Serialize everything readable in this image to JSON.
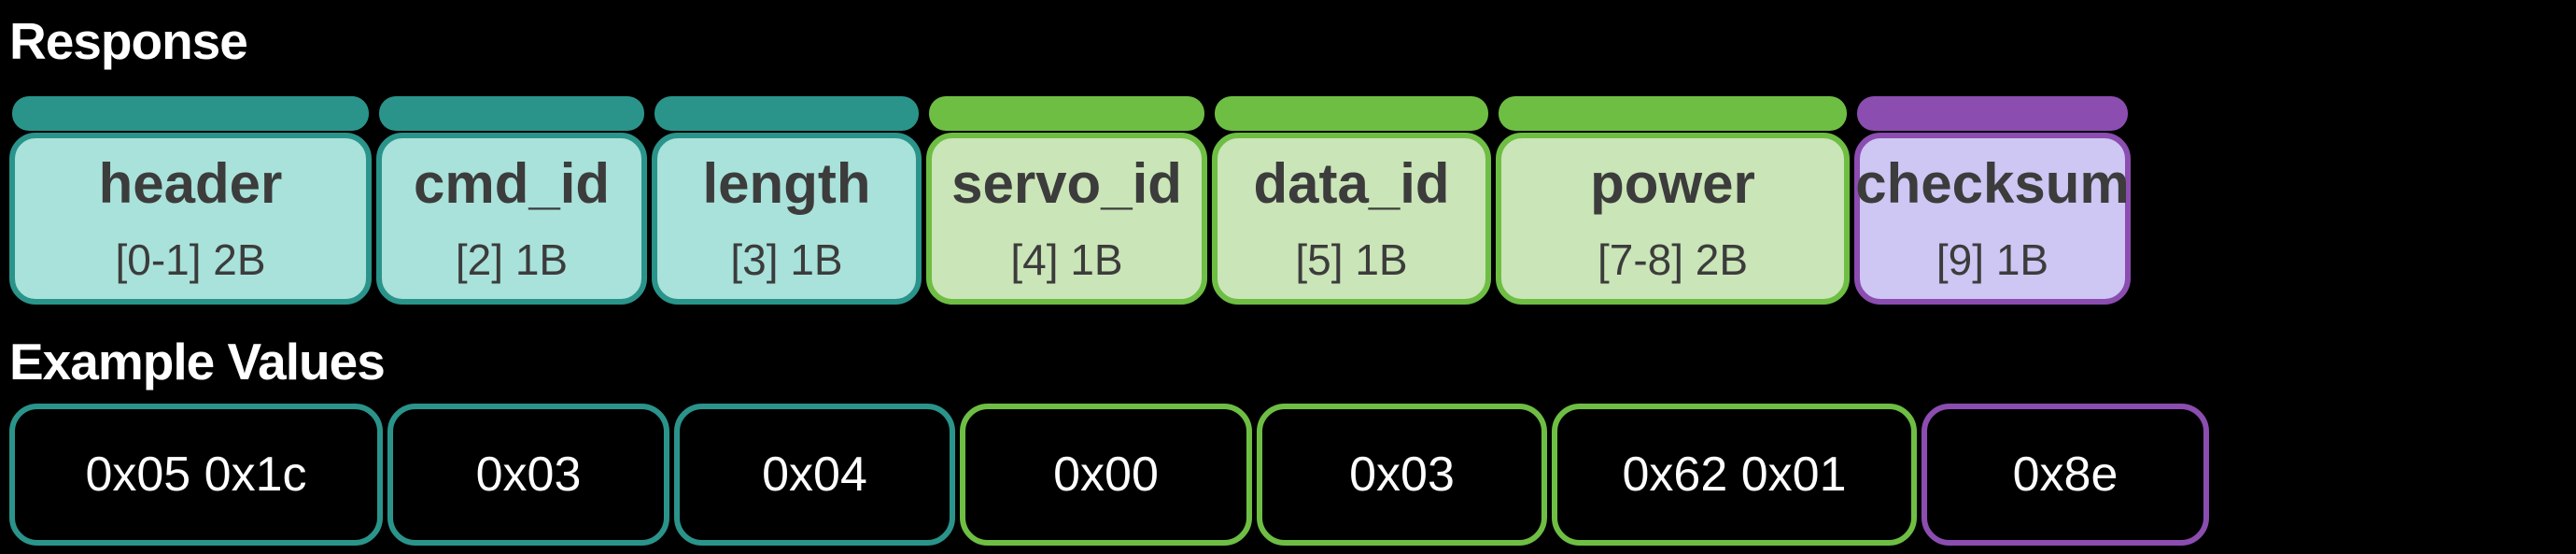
{
  "titles": {
    "response": "Response",
    "example_values": "Example Values"
  },
  "colors": {
    "background": "#000000",
    "teal": "#2a948b",
    "teal_fill": "#a9e2da",
    "green": "#6ebe44",
    "green_fill": "#cae5b7",
    "purple": "#8b4db0",
    "purple_fill": "#cec6f3",
    "field_text": "#3c3c3c",
    "title_text": "#ffffff",
    "value_text": "#ffffff"
  },
  "fields": [
    {
      "name": "header",
      "bytes": "[0-1] 2B",
      "value": "0x05 0x1c",
      "color": "#2a948b"
    },
    {
      "name": "cmd_id",
      "bytes": "[2] 1B",
      "value": "0x03",
      "color": "#2a948b"
    },
    {
      "name": "length",
      "bytes": "[3] 1B",
      "value": "0x04",
      "color": "#2a948b"
    },
    {
      "name": "servo_id",
      "bytes": "[4] 1B",
      "value": "0x00",
      "color": "#6ebe44"
    },
    {
      "name": "data_id",
      "bytes": "[5] 1B",
      "value": "0x03",
      "color": "#6ebe44"
    },
    {
      "name": "power",
      "bytes": "[7-8] 2B",
      "value": "0x62 0x01",
      "color": "#6ebe44"
    },
    {
      "name": "checksum",
      "bytes": "[9] 1B",
      "value": "0x8e",
      "color": "#8b4db0"
    }
  ]
}
